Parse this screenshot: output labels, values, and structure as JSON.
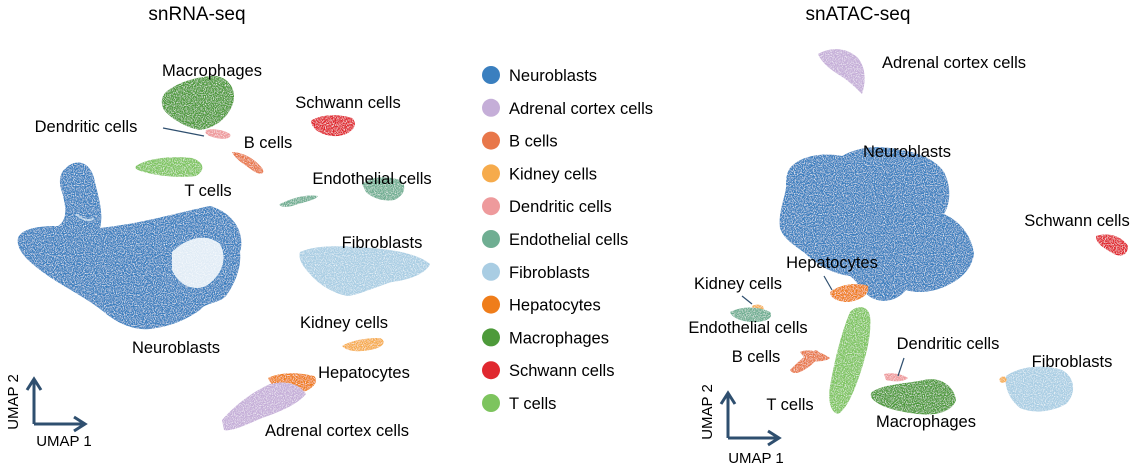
{
  "figure": {
    "panels": [
      {
        "id": "rna",
        "title": "snRNA-seq",
        "xlabel": "UMAP 1",
        "ylabel": "UMAP 2"
      },
      {
        "id": "atac",
        "title": "snATAC-seq",
        "xlabel": "UMAP 1",
        "ylabel": "UMAP 2"
      }
    ]
  },
  "legend": [
    {
      "label": "Neuroblasts",
      "color": "#3a7fbf"
    },
    {
      "label": "Adrenal cortex cells",
      "color": "#c5aed8"
    },
    {
      "label": "B cells",
      "color": "#e8774a"
    },
    {
      "label": "Kidney cells",
      "color": "#f6ab4c"
    },
    {
      "label": "Dendritic cells",
      "color": "#ee9a9c"
    },
    {
      "label": "Endothelial cells",
      "color": "#6fae92"
    },
    {
      "label": "Fibroblasts",
      "color": "#a9cde3"
    },
    {
      "label": "Hepatocytes",
      "color": "#ef7d1a"
    },
    {
      "label": "Macrophages",
      "color": "#4d9a3a"
    },
    {
      "label": "Schwann cells",
      "color": "#e0282f"
    },
    {
      "label": "T cells",
      "color": "#7dc45e"
    }
  ],
  "chart_data": [
    {
      "type": "scatter",
      "title": "snRNA-seq",
      "xlabel": "UMAP 1",
      "ylabel": "UMAP 2",
      "clusters": [
        {
          "name": "Neuroblasts",
          "label": "Neuroblasts"
        },
        {
          "name": "Macrophages",
          "label": "Macrophages"
        },
        {
          "name": "Schwann cells",
          "label": "Schwann cells"
        },
        {
          "name": "Dendritic cells",
          "label": "Dendritic cells"
        },
        {
          "name": "B cells",
          "label": "B cells"
        },
        {
          "name": "T cells",
          "label": "T cells"
        },
        {
          "name": "Endothelial cells",
          "label": "Endothelial cells"
        },
        {
          "name": "Fibroblasts",
          "label": "Fibroblasts"
        },
        {
          "name": "Kidney cells",
          "label": "Kidney cells"
        },
        {
          "name": "Hepatocytes",
          "label": "Hepatocytes"
        },
        {
          "name": "Adrenal cortex cells",
          "label": "Adrenal cortex cells"
        }
      ]
    },
    {
      "type": "scatter",
      "title": "snATAC-seq",
      "xlabel": "UMAP 1",
      "ylabel": "UMAP 2",
      "clusters": [
        {
          "name": "Adrenal cortex cells",
          "label": "Adrenal cortex cells"
        },
        {
          "name": "Neuroblasts",
          "label": "Neuroblasts"
        },
        {
          "name": "Schwann cells",
          "label": "Schwann cells"
        },
        {
          "name": "Hepatocytes",
          "label": "Hepatocytes"
        },
        {
          "name": "Kidney cells",
          "label": "Kidney cells"
        },
        {
          "name": "Endothelial cells",
          "label": "Endothelial cells"
        },
        {
          "name": "B cells",
          "label": "B cells"
        },
        {
          "name": "Dendritic cells",
          "label": "Dendritic cells"
        },
        {
          "name": "Fibroblasts",
          "label": "Fibroblasts"
        },
        {
          "name": "T cells",
          "label": "T cells"
        },
        {
          "name": "Macrophages",
          "label": "Macrophages"
        }
      ]
    }
  ]
}
